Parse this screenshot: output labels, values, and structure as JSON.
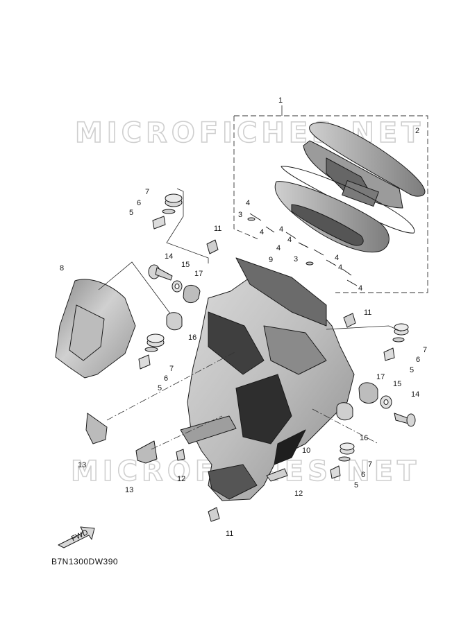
{
  "diagram": {
    "drawing_code": "B7N1300DW390",
    "watermark_text": "MICROFICHES.NET",
    "fwd_arrow_label": "FWD",
    "callouts": [
      {
        "id": "c1",
        "label": "1"
      },
      {
        "id": "c2",
        "label": "2"
      },
      {
        "id": "c3a",
        "label": "3"
      },
      {
        "id": "c3b",
        "label": "3"
      },
      {
        "id": "c4a",
        "label": "4"
      },
      {
        "id": "c4b",
        "label": "4"
      },
      {
        "id": "c4c",
        "label": "4"
      },
      {
        "id": "c4d",
        "label": "4"
      },
      {
        "id": "c4e",
        "label": "4"
      },
      {
        "id": "c4f",
        "label": "4"
      },
      {
        "id": "c4g",
        "label": "4"
      },
      {
        "id": "c4h",
        "label": "4"
      },
      {
        "id": "c5a",
        "label": "5"
      },
      {
        "id": "c5b",
        "label": "5"
      },
      {
        "id": "c5c",
        "label": "5"
      },
      {
        "id": "c5d",
        "label": "5"
      },
      {
        "id": "c6a",
        "label": "6"
      },
      {
        "id": "c6b",
        "label": "6"
      },
      {
        "id": "c6c",
        "label": "6"
      },
      {
        "id": "c6d",
        "label": "6"
      },
      {
        "id": "c7a",
        "label": "7"
      },
      {
        "id": "c7b",
        "label": "7"
      },
      {
        "id": "c7c",
        "label": "7"
      },
      {
        "id": "c7d",
        "label": "7"
      },
      {
        "id": "c8",
        "label": "8"
      },
      {
        "id": "c9",
        "label": "9"
      },
      {
        "id": "c10",
        "label": "10"
      },
      {
        "id": "c11a",
        "label": "11"
      },
      {
        "id": "c11b",
        "label": "11"
      },
      {
        "id": "c11c",
        "label": "11"
      },
      {
        "id": "c12a",
        "label": "12"
      },
      {
        "id": "c12b",
        "label": "12"
      },
      {
        "id": "c13a",
        "label": "13"
      },
      {
        "id": "c13b",
        "label": "13"
      },
      {
        "id": "c14a",
        "label": "14"
      },
      {
        "id": "c14b",
        "label": "14"
      },
      {
        "id": "c15a",
        "label": "15"
      },
      {
        "id": "c15b",
        "label": "15"
      },
      {
        "id": "c16a",
        "label": "16"
      },
      {
        "id": "c16b",
        "label": "16"
      },
      {
        "id": "c17a",
        "label": "17"
      },
      {
        "id": "c17b",
        "label": "17"
      }
    ]
  }
}
